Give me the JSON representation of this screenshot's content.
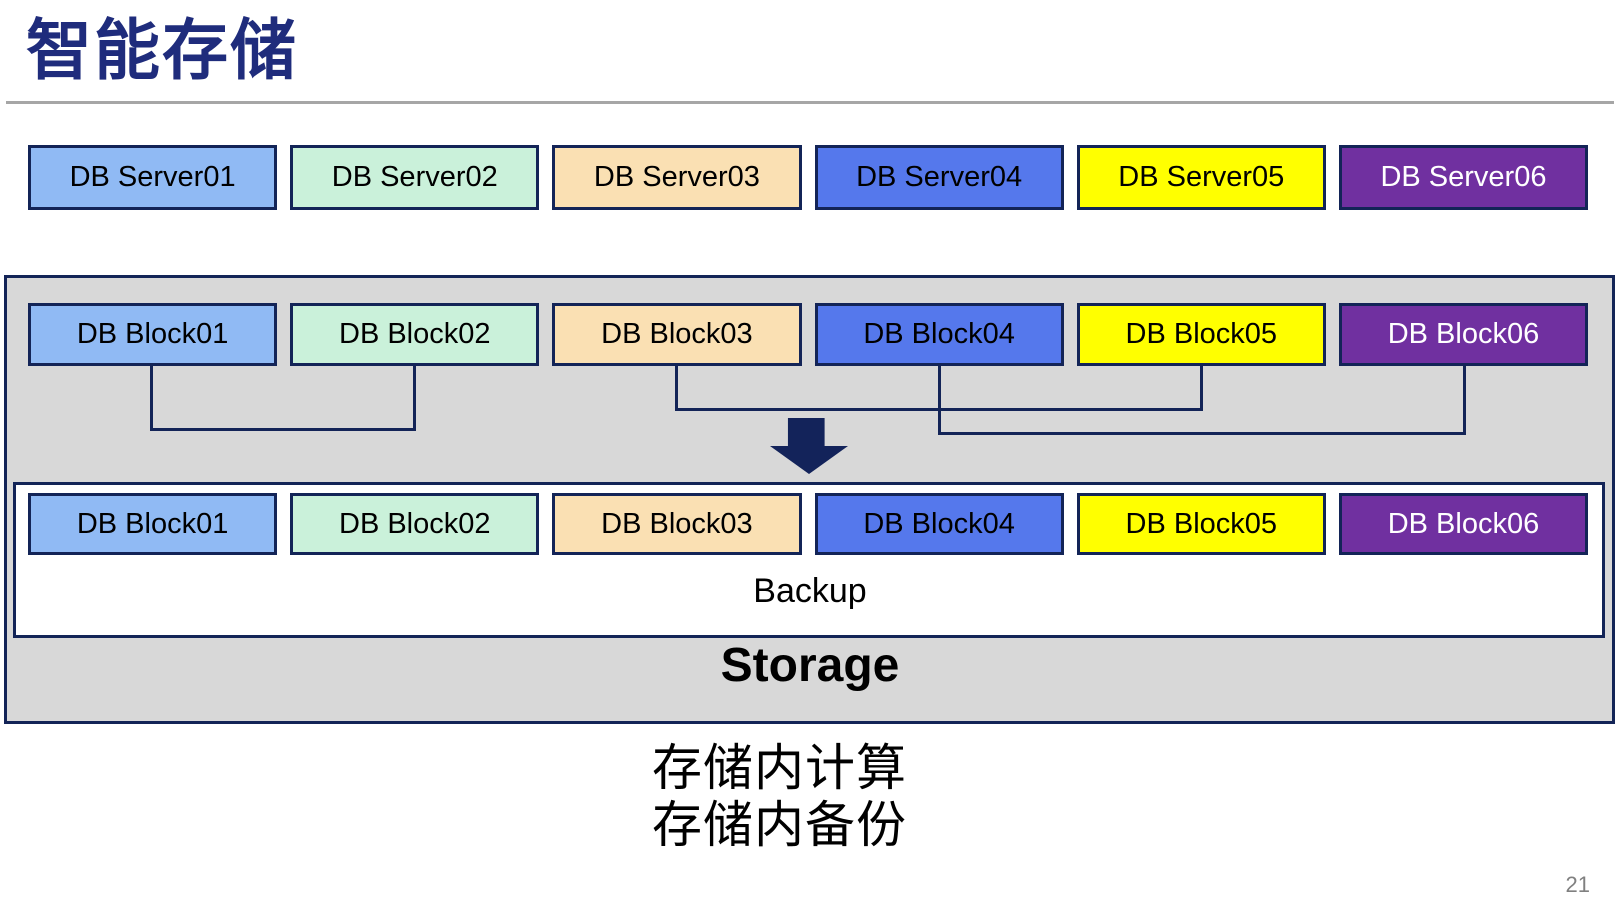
{
  "title": "智能存储",
  "page_number": "21",
  "palette": [
    {
      "name": "light-blue",
      "bg": "#90BAF4",
      "fg": "#000000"
    },
    {
      "name": "light-green",
      "bg": "#CAF1DA",
      "fg": "#000000"
    },
    {
      "name": "tan",
      "bg": "#FAE0B3",
      "fg": "#000000"
    },
    {
      "name": "medium-blue",
      "bg": "#5578EC",
      "fg": "#000000"
    },
    {
      "name": "yellow",
      "bg": "#FFFF00",
      "fg": "#000000"
    },
    {
      "name": "purple",
      "bg": "#7030A0",
      "fg": "#FFFFFF"
    }
  ],
  "colors": {
    "border_navy": "#132457",
    "title_navy": "#1F2C7C",
    "arrow_navy": "#13235A",
    "storage_gray": "#D8D8D8",
    "divider_gray": "#A6A6A6",
    "page_number_gray": "#808080"
  },
  "servers": [
    {
      "label": "DB Server01"
    },
    {
      "label": "DB Server02"
    },
    {
      "label": "DB Server03"
    },
    {
      "label": "DB Server04"
    },
    {
      "label": "DB Server05"
    },
    {
      "label": "DB Server06"
    }
  ],
  "storage": {
    "label": "Storage",
    "blocks_top": [
      {
        "label": "DB Block01"
      },
      {
        "label": "DB Block02"
      },
      {
        "label": "DB Block03"
      },
      {
        "label": "DB Block04"
      },
      {
        "label": "DB Block05"
      },
      {
        "label": "DB Block06"
      }
    ],
    "backup": {
      "label": "Backup",
      "blocks": [
        {
          "label": "DB Block01"
        },
        {
          "label": "DB Block02"
        },
        {
          "label": "DB Block03"
        },
        {
          "label": "DB Block04"
        },
        {
          "label": "DB Block05"
        },
        {
          "label": "DB Block06"
        }
      ]
    }
  },
  "caption": {
    "line1": "存储内计算",
    "line2": "存储内备份"
  }
}
